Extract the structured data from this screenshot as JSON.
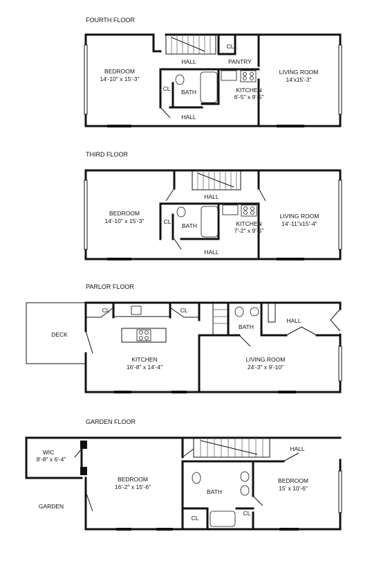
{
  "floors": {
    "fourth": {
      "title": "FOURTH FLOOR",
      "rooms": {
        "bedroom": "BEDROOM",
        "bedroom_dim": "14'-10\" x 15'-3\"",
        "hall_top": "HALL",
        "hall_bottom": "HALL",
        "cl_top": "CL",
        "cl_left": "CL",
        "pantry": "PANTRY",
        "bath": "BATH",
        "kitchen": "KITCHEN",
        "kitchen_dim": "6'-5\" x 9'-5\"",
        "living": "LIVING ROOM",
        "living_dim": "14'x15'-3\""
      }
    },
    "third": {
      "title": "THIRD FLOOR",
      "rooms": {
        "bedroom": "BEDROOM",
        "bedroom_dim": "14'-10\" x 15'-3\"",
        "hall_top": "HALL",
        "hall_bottom": "HALL",
        "cl": "CL",
        "bath": "BATH",
        "kitchen": "KITCHEN",
        "kitchen_dim": "7'-2\" x 9'-5\"",
        "living": "LIVING ROOM",
        "living_dim": "14'-11\"x15'-4\""
      }
    },
    "parlor": {
      "title": "PARLOR FLOOR",
      "rooms": {
        "deck": "DECK",
        "cl_left": "CL",
        "cl_right": "CL",
        "kitchen": "KITCHEN",
        "kitchen_dim": "16'-8\" x 14'-4\"",
        "bath": "BATH",
        "hall": "HALL",
        "living": "LIVING ROOM",
        "living_dim": "24'-3\" x 9'-10\""
      }
    },
    "garden": {
      "title": "GARDEN FLOOR",
      "rooms": {
        "wic": "WIC",
        "wic_dim": "8'-8\" x 6'-4\"",
        "garden": "GARDEN",
        "bedroom1": "BEDROOM",
        "bedroom1_dim": "16'-2\" x 15'-6\"",
        "hall": "HALL",
        "bath": "BATH",
        "cl_left": "CL",
        "cl_right": "CL",
        "bedroom2": "BEDROOM",
        "bedroom2_dim": "15' x 10'-6\""
      }
    }
  }
}
